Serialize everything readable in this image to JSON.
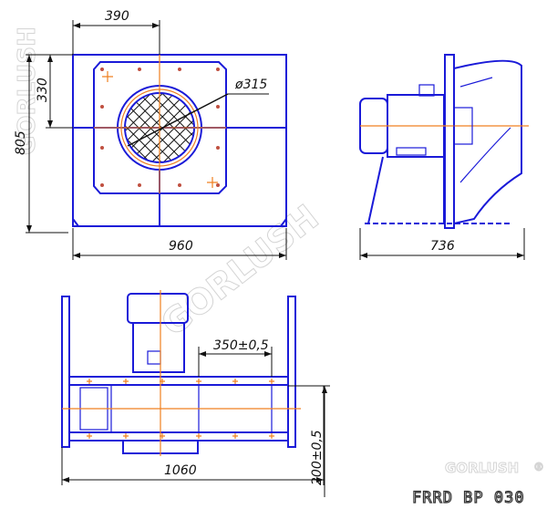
{
  "drawing": {
    "title_block": "FRRD BP 030",
    "watermark": "GORLUSH",
    "watermark_mark": "®",
    "dimensions": {
      "front_offset": "390",
      "front_height_center": "330",
      "front_height": "805",
      "front_width": "960",
      "duct_diameter": "ø315",
      "side_depth": "736",
      "plan_spacing": "350±0,5",
      "plan_width": "1060",
      "plan_offset": "200±0,5"
    },
    "colors": {
      "outline": "#1a1ad8",
      "centerline": "#f08020",
      "dimension": "#111111"
    }
  }
}
